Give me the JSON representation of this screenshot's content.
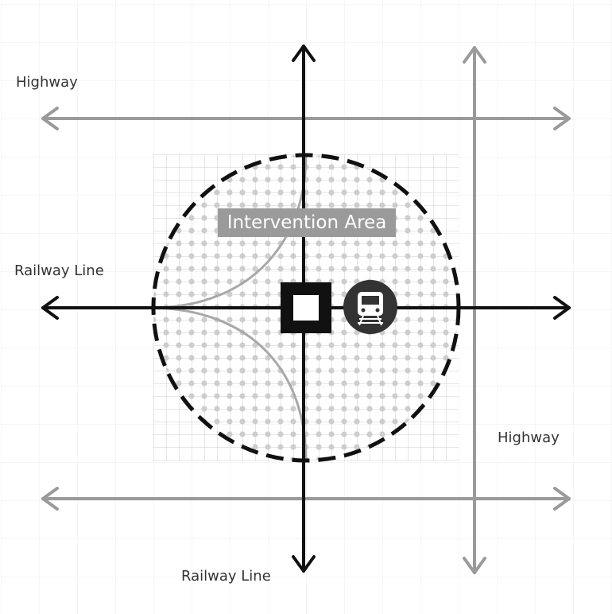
{
  "labels": {
    "highway_top": "Highway",
    "railway_left": "Railway Line",
    "highway_right": "Highway",
    "railway_bottom": "Railway Line",
    "intervention_area": "Intervention Area"
  },
  "icons": {
    "station_building": "square-outline-icon",
    "train": "train-icon"
  },
  "colors": {
    "railway": "#111111",
    "highway": "#9a9a9a",
    "area_fill": "#d6d6d6",
    "area_label_bg": "#9a9a9a",
    "grid": "#e6e6e6"
  }
}
